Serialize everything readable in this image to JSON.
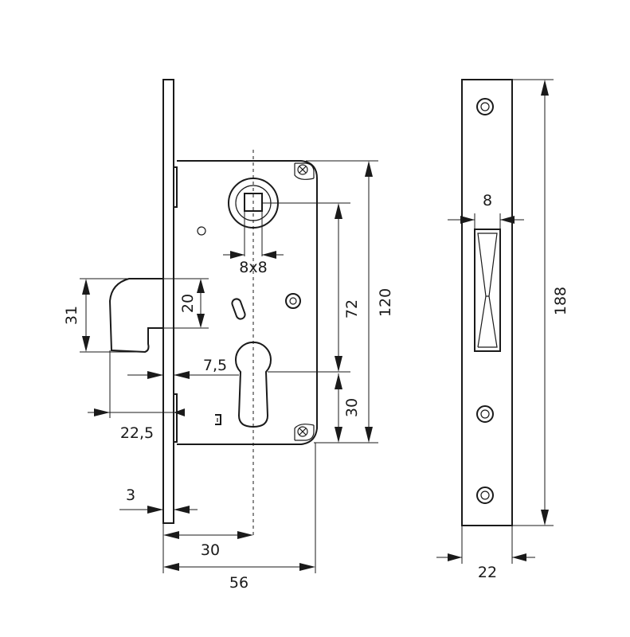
{
  "dimensions": {
    "spindle_square": "8x8",
    "spindle_to_cylinder": "72",
    "case_height": "120",
    "latch_height": "31",
    "latch_offset": "20",
    "cylinder_gap": "7,5",
    "cylinder_lower": "30",
    "latch_projection": "22,5",
    "faceplate_thickness": "3",
    "backset": "30",
    "case_depth": "56",
    "strike_hole_width": "8",
    "strike_height": "188",
    "strike_width": "22"
  }
}
